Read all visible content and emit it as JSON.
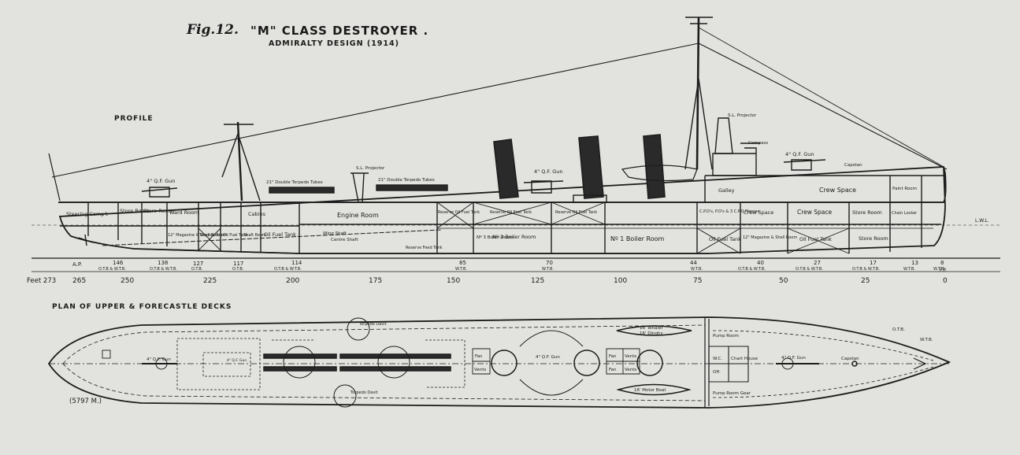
{
  "header": {
    "fig_label": "Fig.12.",
    "title": "\"M\" CLASS DESTROYER .",
    "subtitle": "ADMIRALTY DESIGN (1914)"
  },
  "sections": {
    "profile": "PROFILE",
    "plan": "PLAN OF UPPER & FORECASTLE DECKS",
    "reference": "(5797 M.)"
  },
  "profile_rooms": [
    "Steering Comp't",
    "Store Room",
    "Store Room",
    "Ward Room",
    "Cabins",
    "Engine Room",
    "Reserve Oil Fuel Tank",
    "Reserve Oil Fuel Tank",
    "Reserve Oil Fuel Tank",
    "Galley",
    "C.P.O's, P.O's & 3 C.P.O Messes",
    "Crew Space",
    "Crew Space",
    "Store Room",
    "Chain Locker",
    "Crew Space",
    "Paint Room",
    "Oil Fuel Tank",
    "Oil Fuel Tank",
    "Oil Fuel Tank",
    "Oil Fuel Tank",
    "Nº 3 Boiler Room",
    "Nº 2 Boiler Room",
    "Nº 1 Boiler Room",
    "Store Room",
    "12\" Magazine & Shell Room",
    "12\" Magazine & Shell Room",
    "Torpedo Room",
    "Shaft Room",
    "4\" Q.F. Gun",
    "4\" Q.F. Gun",
    "4\" Q.F. Gun",
    "21\" Double Torpedo Tubes",
    "21\" Double Torpedo Tubes",
    "S.L. Projector",
    "S.L. Projector",
    "Compass",
    "Capstan",
    "L.W.L.",
    "Reserve Feed Tank",
    "Centre Shaft",
    "Wing Shaft"
  ],
  "frames": [
    "A.P.",
    "146",
    "138",
    "127",
    "117",
    "114",
    "85",
    "70",
    "44",
    "40",
    "27",
    "17",
    "13",
    "8"
  ],
  "frame_notes": [
    "O.T.B & W.T.B.",
    "O.T.B & W.T.B.",
    "O.T.B.",
    "O.T.B.",
    "O.T.B & W.T.B.",
    "W.T.B.",
    "W.T.B.",
    "W.T.B.",
    "O.T.B & W.T.B.",
    "O.T.B & W.T.B.",
    "O.T.B & W.T.B.",
    "W.T.B.",
    "W.T.B."
  ],
  "scale": {
    "prefix": "Feet 273",
    "ticks": [
      "265",
      "250",
      "225",
      "200",
      "175",
      "150",
      "125",
      "100",
      "75",
      "50",
      "25",
      "0"
    ],
    "fp": "F.P."
  },
  "plan_labels": [
    "4\" Q.F. Gun",
    "4\" Q.F. Gun",
    "4\" Q.F. Gun",
    "4\" Q.F. Gun",
    "Torpedo Davit",
    "Torpedo Davit",
    "Fan",
    "Vents",
    "Fan",
    "Vents",
    "Fan",
    "Vents",
    "16' Whaler",
    "16' Dinghy",
    "16' Motor Boat",
    "Chart House",
    "Off.",
    "W.C.",
    "Capstan",
    "O.T.B.",
    "W.T.B.",
    "Pump Room",
    "Pump Room Gear"
  ]
}
